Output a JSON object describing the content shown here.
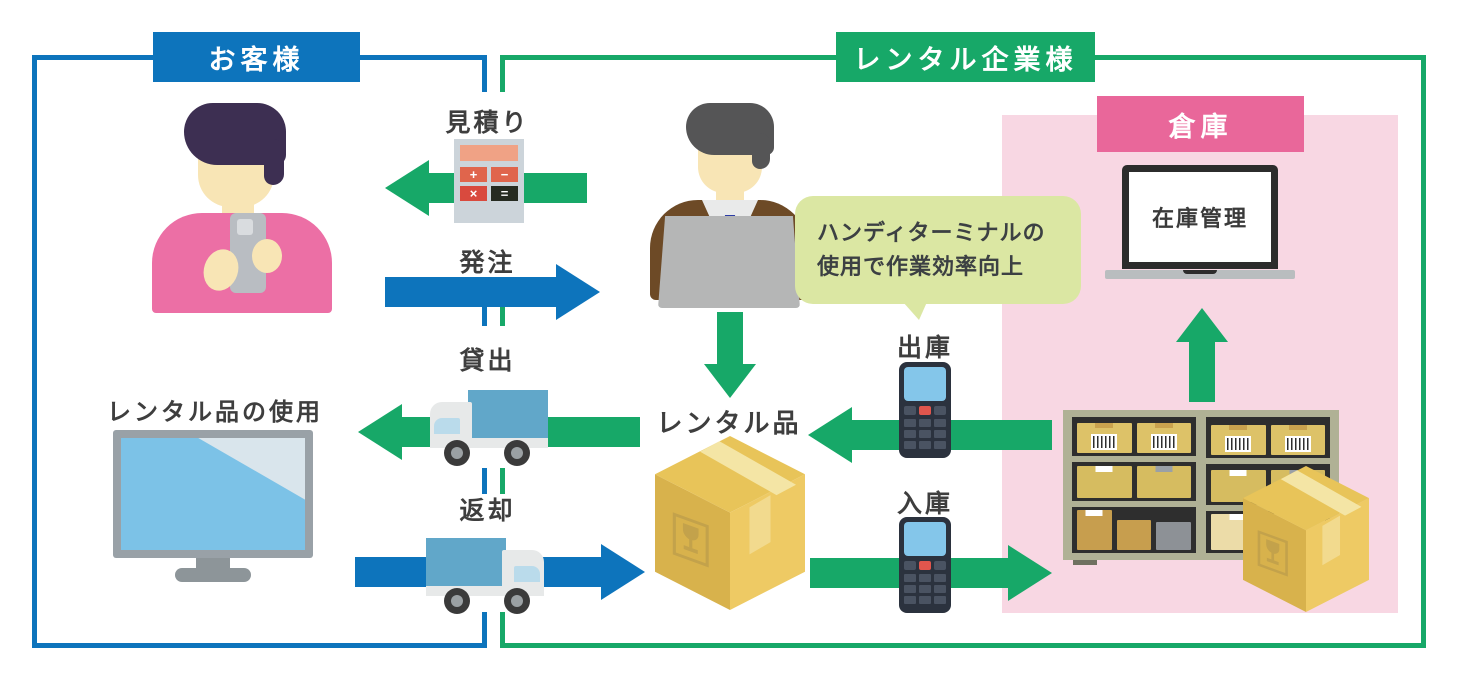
{
  "zones": {
    "customer": {
      "label": "お客様"
    },
    "rental_company": {
      "label": "レンタル企業様"
    },
    "warehouse": {
      "label": "倉庫"
    }
  },
  "labels": {
    "estimate": "見積り",
    "order": "発注",
    "lend": "貸出",
    "return": "返却",
    "rental_item_use": "レンタル品の使用",
    "rental_item": "レンタル品",
    "ship_out": "出庫",
    "ship_in": "入庫",
    "inventory_management": "在庫管理"
  },
  "callout": {
    "line1": "ハンディターミナルの",
    "line2": "使用で作業効率向上"
  },
  "calculator": {
    "keys": [
      "+",
      "−",
      "×",
      "="
    ]
  },
  "icons": {
    "customer": "customer-person-icon",
    "company_staff": "businessman-laptop-icon",
    "estimate": "calculator-icon",
    "lend": "truck-icon",
    "return": "truck-icon",
    "rental_item": "cardboard-box-icon",
    "rental_item_use": "monitor-icon",
    "inventory": "laptop-icon",
    "ship_out": "handheld-terminal-icon",
    "ship_in": "handheld-terminal-icon",
    "storage": "warehouse-shelf-icon",
    "stored_item": "cardboard-box-icon"
  },
  "colors": {
    "customer_blue": "#0d74bc",
    "company_green": "#17a868",
    "warehouse_pink": "#e9679a",
    "warehouse_bg": "#f8d7e3",
    "callout_bg": "#dbe7a3",
    "label_text": "#3e3e3e"
  }
}
